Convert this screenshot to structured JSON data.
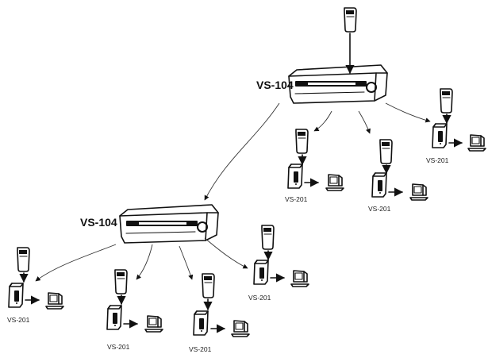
{
  "switches": [
    {
      "id": "upper",
      "label": "VS-104"
    },
    {
      "id": "lower",
      "label": "VS-104"
    }
  ],
  "units": [
    {
      "id": "u1",
      "label": "VS-201"
    },
    {
      "id": "u2",
      "label": "VS-201"
    },
    {
      "id": "u3",
      "label": "VS-201"
    },
    {
      "id": "u4",
      "label": "VS-201"
    },
    {
      "id": "u5",
      "label": "VS-201"
    },
    {
      "id": "u6",
      "label": "VS-201"
    },
    {
      "id": "u7",
      "label": "VS-201"
    }
  ]
}
